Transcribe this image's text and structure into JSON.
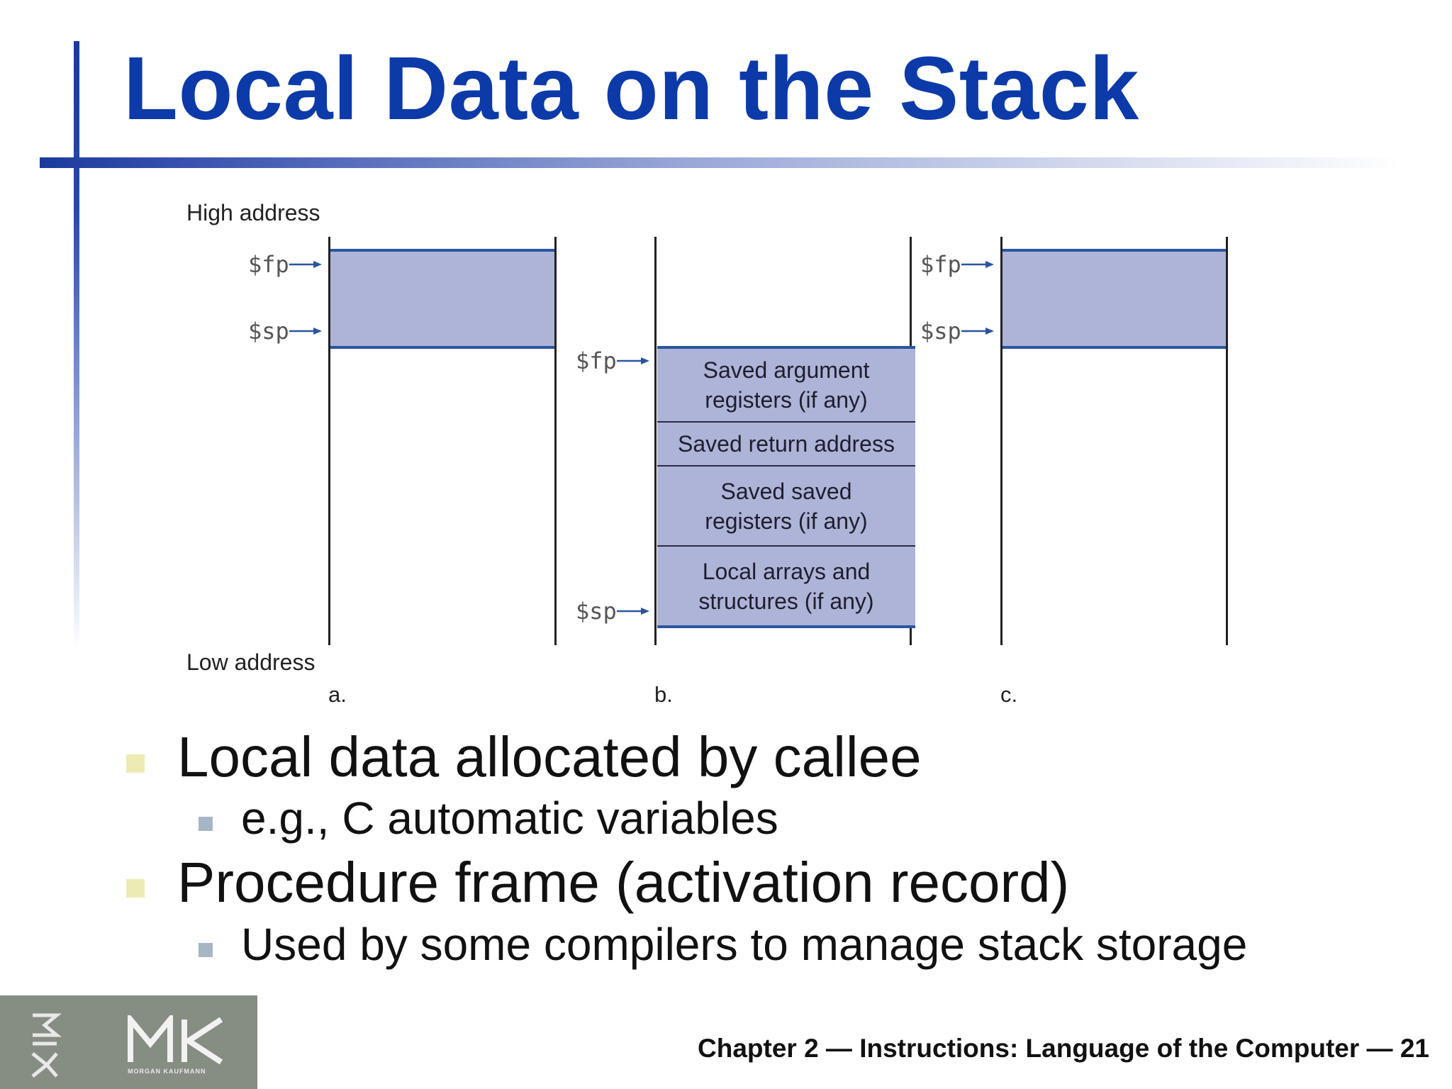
{
  "title": "Local Data on the Stack",
  "diagram": {
    "high_address": "High address",
    "low_address": "Low address",
    "fp": "$fp",
    "sp": "$sp",
    "panels": [
      "a.",
      "b.",
      "c."
    ],
    "frame_segments": [
      "Saved argument\nregisters (if any)",
      "Saved return address",
      "Saved saved\nregisters (if any)",
      "Local arrays and\nstructures (if any)"
    ],
    "colors": {
      "block_fill": "#aeb4d8",
      "block_edge": "#2a55a0",
      "title": "#0c3aa8"
    }
  },
  "bullets": [
    {
      "text": "Local data allocated by callee",
      "sub": "e.g., C automatic variables"
    },
    {
      "text": "Procedure frame (activation record)",
      "sub": "Used by some compilers to manage stack storage"
    }
  ],
  "logo": {
    "mark": "MK",
    "sub": "MORGAN KAUFMANN"
  },
  "footer": "Chapter 2 — Instructions: Language of the Computer — 21"
}
